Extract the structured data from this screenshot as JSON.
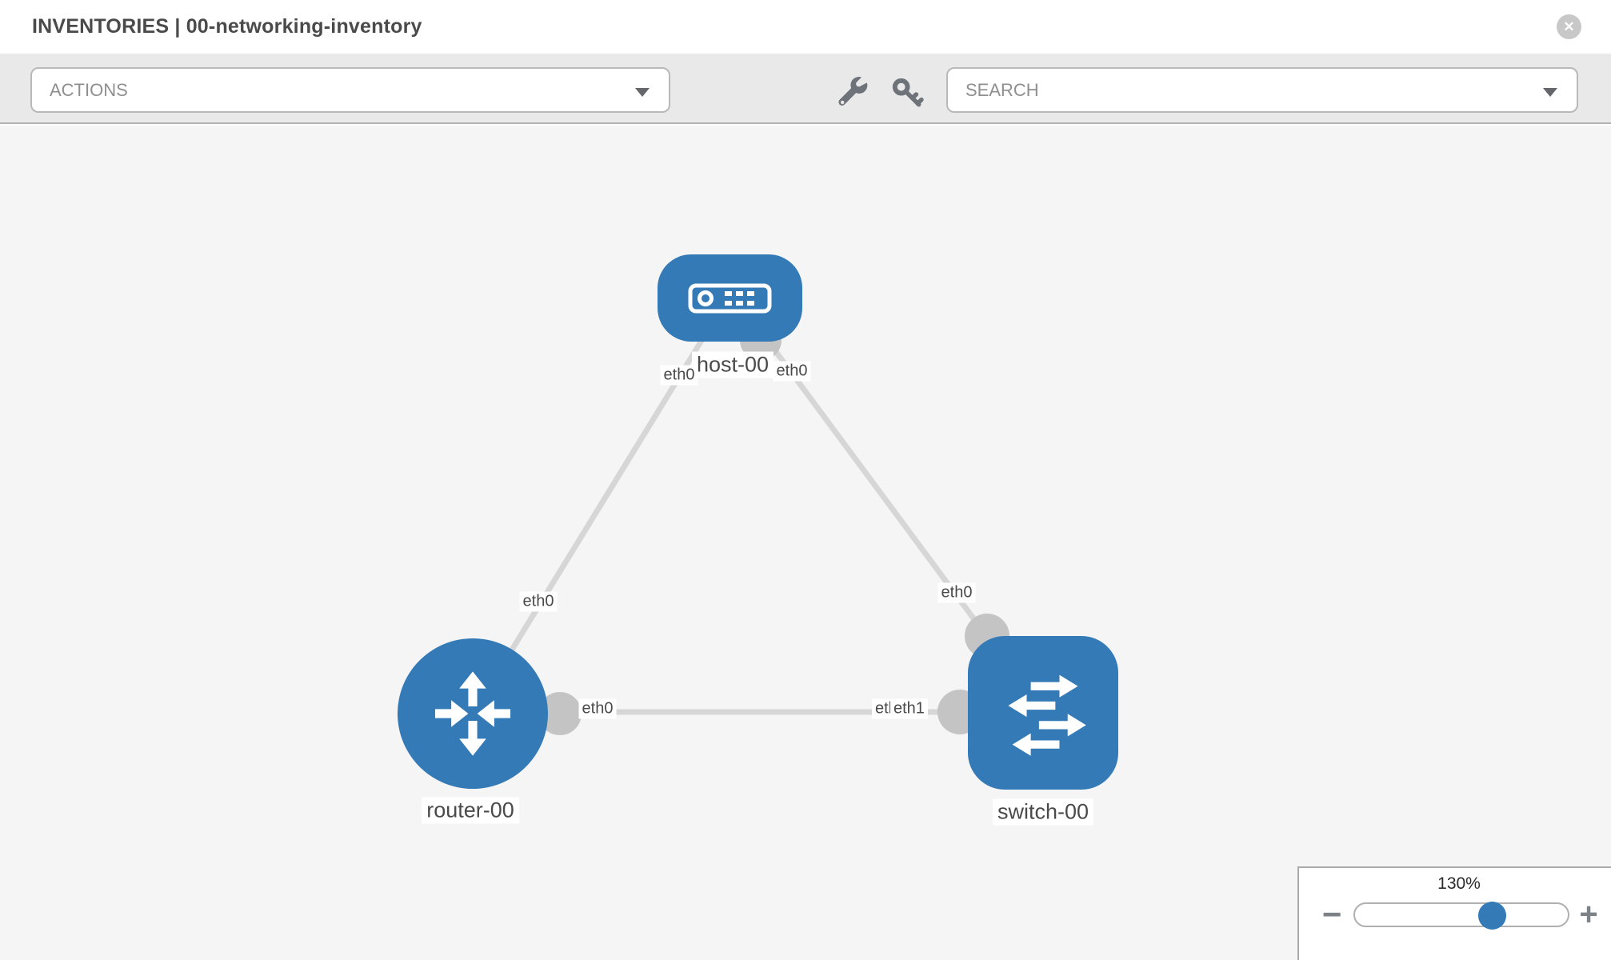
{
  "header": {
    "title": "INVENTORIES | 00-networking-inventory",
    "close_glyph": "✕"
  },
  "toolbar": {
    "actions_label": "ACTIONS",
    "search_label": "SEARCH",
    "icons": [
      "wrench-icon",
      "key-icon"
    ]
  },
  "topology": {
    "nodes": [
      {
        "label": "host-00",
        "type": "host"
      },
      {
        "label": "router-00",
        "type": "router"
      },
      {
        "label": "switch-00",
        "type": "switch"
      }
    ],
    "links": [
      {
        "from": "host-00",
        "to": "router-00",
        "from_interface": "eth0",
        "to_interface": "eth0"
      },
      {
        "from": "host-00",
        "to": "switch-00",
        "from_interface": "eth0",
        "to_interface": "eth0"
      },
      {
        "from": "router-00",
        "to": "switch-00",
        "from_interface": "eth0",
        "to_interface": "eth1"
      }
    ],
    "overlapped_interface_label": "eth0"
  },
  "zoom_control": {
    "value": "130%",
    "minus_label": "−",
    "plus_label": "+"
  },
  "colors": {
    "node_blue": "#337ab7",
    "link_gray": "#d6d6d6",
    "connector_gray": "#c4c4c4",
    "canvas_bg": "#f5f5f5",
    "toolbar_bg": "#e9e9e9"
  }
}
